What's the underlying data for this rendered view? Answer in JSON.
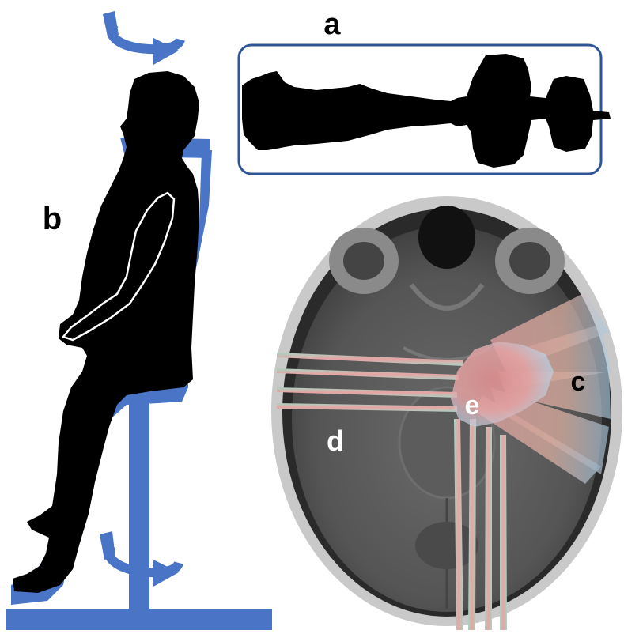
{
  "labels": {
    "a": "a",
    "b": "b",
    "c": "c",
    "d": "d",
    "e": "e"
  },
  "colors": {
    "chair_blue": "#4a74c6",
    "chair_blue_dark": "#3b60ad",
    "frame_blue": "#2f5597",
    "silhouette": "#000000",
    "beam_pink": "#e9a6a6",
    "beam_blue": "#a9cbe3",
    "mri_gray": "#5a5a5a"
  },
  "icons": {
    "top_rotation": "rotation-arrow-icon",
    "bottom_rotation": "rotation-arrow-icon"
  }
}
